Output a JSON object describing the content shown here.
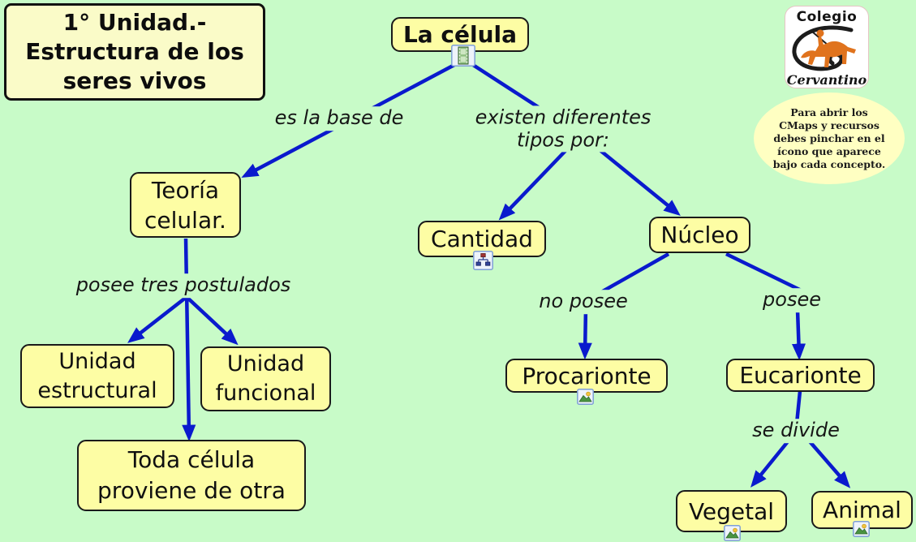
{
  "title": {
    "lines": [
      "1° Unidad.-",
      "Estructura de los",
      "seres vivos"
    ]
  },
  "logo": {
    "school": "Colegio",
    "name": "Cervantino",
    "graphic": "don-quixote-horse-rider"
  },
  "note": {
    "lines": [
      "Para abrir los",
      "CMaps y recursos",
      "debes pinchar en el",
      "ícono que aparece",
      "bajo cada concepto."
    ]
  },
  "concepts": {
    "la_celula": {
      "label": "La célula"
    },
    "teoria": {
      "lines": [
        "Teoría",
        "celular."
      ]
    },
    "cantidad": {
      "label": "Cantidad"
    },
    "nucleo": {
      "label": "Núcleo"
    },
    "unidad_estructural": {
      "lines": [
        "Unidad",
        "estructural"
      ]
    },
    "unidad_funcional": {
      "lines": [
        "Unidad",
        "funcional"
      ]
    },
    "toda_celula": {
      "lines": [
        "Toda célula",
        "proviene de otra"
      ]
    },
    "procarionte": {
      "label": "Procarionte"
    },
    "eucarionte": {
      "label": "Eucarionte"
    },
    "vegetal": {
      "label": "Vegetal"
    },
    "animal": {
      "label": "Animal"
    }
  },
  "linking_phrases": {
    "es_la_base": "es la base de",
    "existen_lines": [
      "existen diferentes",
      "tipos por:"
    ],
    "posee_tres": "posee tres postulados",
    "no_posee": "no posee",
    "posee": "posee",
    "se_divide": "se divide"
  },
  "icons": {
    "la_celula": "video-resource-icon",
    "cantidad": "cmap-resource-icon",
    "procarionte": "image-resource-icon",
    "vegetal": "image-resource-icon",
    "animal": "image-resource-icon"
  },
  "colors": {
    "background": "#c8fbc8",
    "node_fill": "#fdfda4",
    "title_fill": "#fafbc8",
    "note_fill": "#ffffc2",
    "arrow_blue": "#0a1acd",
    "border": "#1a1a1a",
    "logo_orange": "#e0731d"
  }
}
